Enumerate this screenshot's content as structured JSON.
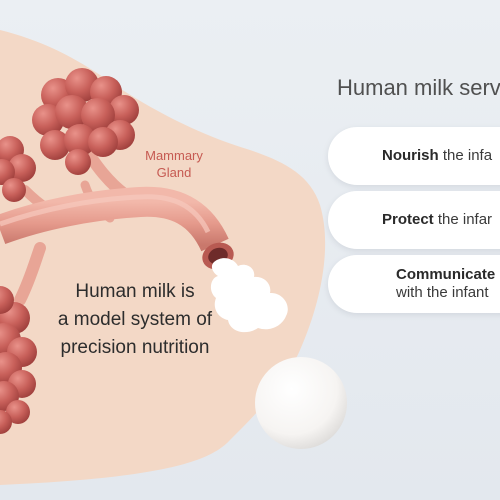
{
  "diagram": {
    "gland_label": [
      "Mammary",
      "Gland"
    ],
    "main_text": [
      "Human milk is",
      "a model system of",
      "precision nutrition"
    ]
  },
  "panel": {
    "heading": "Human milk serv",
    "items": [
      {
        "bold": "Nourish",
        "rest": " the infa"
      },
      {
        "bold": "Protect",
        "rest": " the infar"
      },
      {
        "bold": "Communicate",
        "rest": "",
        "second_line": "with the infant"
      }
    ]
  },
  "colors": {
    "background": "#e6ebf0",
    "tissue": "#f3d8c6",
    "alveoli": "#c8605a",
    "duct": "#e59a8c",
    "label_accent": "#c65a52",
    "pill": "#ffffff"
  }
}
